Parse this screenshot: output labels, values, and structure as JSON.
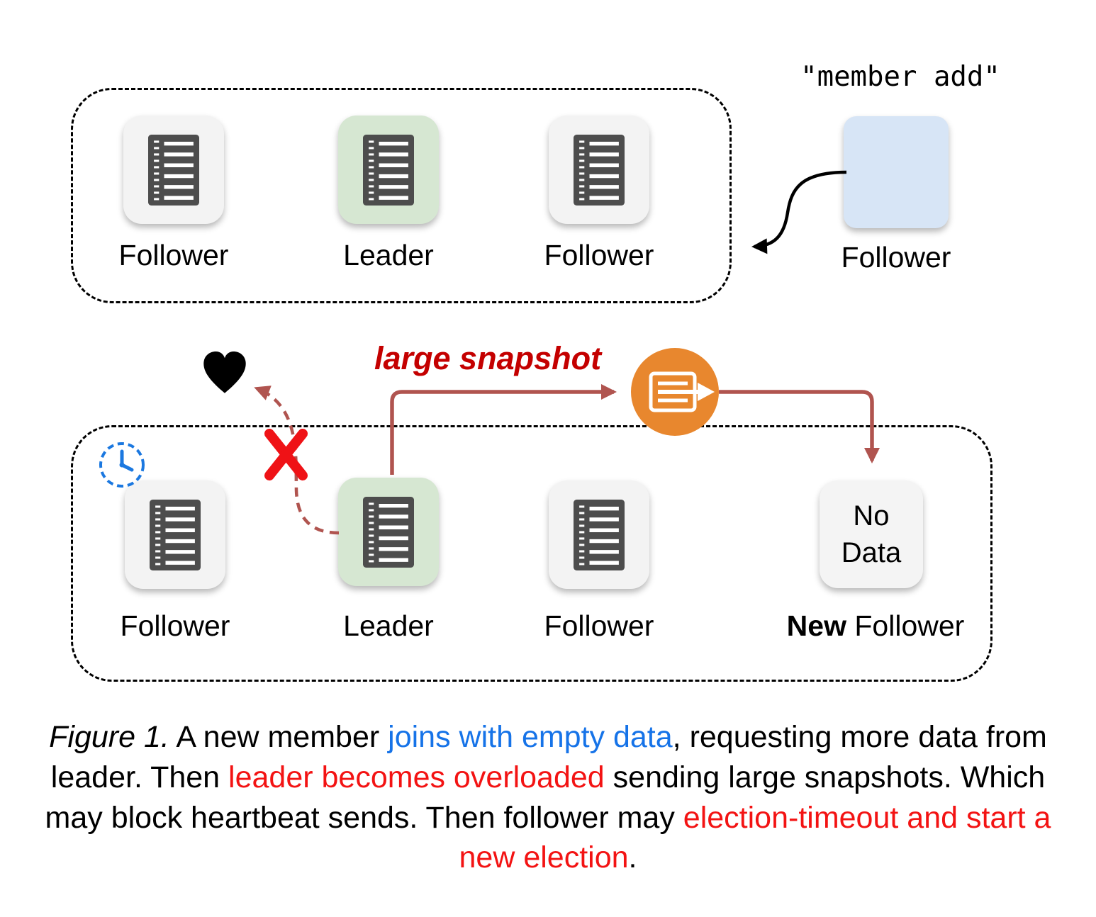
{
  "colors": {
    "leader_bg": "#d6e7d2",
    "follower_bg": "#f3f3f3",
    "new_member_bg": "#d7e5f6",
    "snapshot_arrow": "#b0544f",
    "snapshot_icon_bg": "#e8872e",
    "heartbeat_x_red": "#ef1216",
    "annotation_red": "#c40000",
    "caption_blue": "#1673e8",
    "caption_red": "#f31313",
    "clock_blue": "#1b78e0"
  },
  "top_cluster": {
    "nodes": [
      {
        "label": "Follower",
        "role": "follower"
      },
      {
        "label": "Leader",
        "role": "leader"
      },
      {
        "label": "Follower",
        "role": "follower"
      }
    ]
  },
  "new_member": {
    "command": "\"member add\"",
    "label": "Follower"
  },
  "bottom_cluster": {
    "nodes": [
      {
        "label": "Follower",
        "role": "follower"
      },
      {
        "label": "Leader",
        "role": "leader"
      },
      {
        "label": "Follower",
        "role": "follower"
      }
    ],
    "new_follower": {
      "box_text": "No Data",
      "label_bold": "New",
      "label_rest": "Follower"
    }
  },
  "annotations": {
    "large_snapshot_label": "large snapshot"
  },
  "caption": {
    "segments": [
      {
        "text": "Figure 1.",
        "style": "italic"
      },
      {
        "text": " A new member ",
        "style": "normal"
      },
      {
        "text": "joins with empty data",
        "style": "blue"
      },
      {
        "text": ", requesting more data from leader. Then ",
        "style": "normal"
      },
      {
        "text": "leader becomes overloaded",
        "style": "red"
      },
      {
        "text": " sending large snapshots. Which may block heartbeat sends. Then follower may ",
        "style": "normal"
      },
      {
        "text": "election-timeout and start a new election",
        "style": "red"
      },
      {
        "text": ".",
        "style": "normal"
      }
    ]
  }
}
